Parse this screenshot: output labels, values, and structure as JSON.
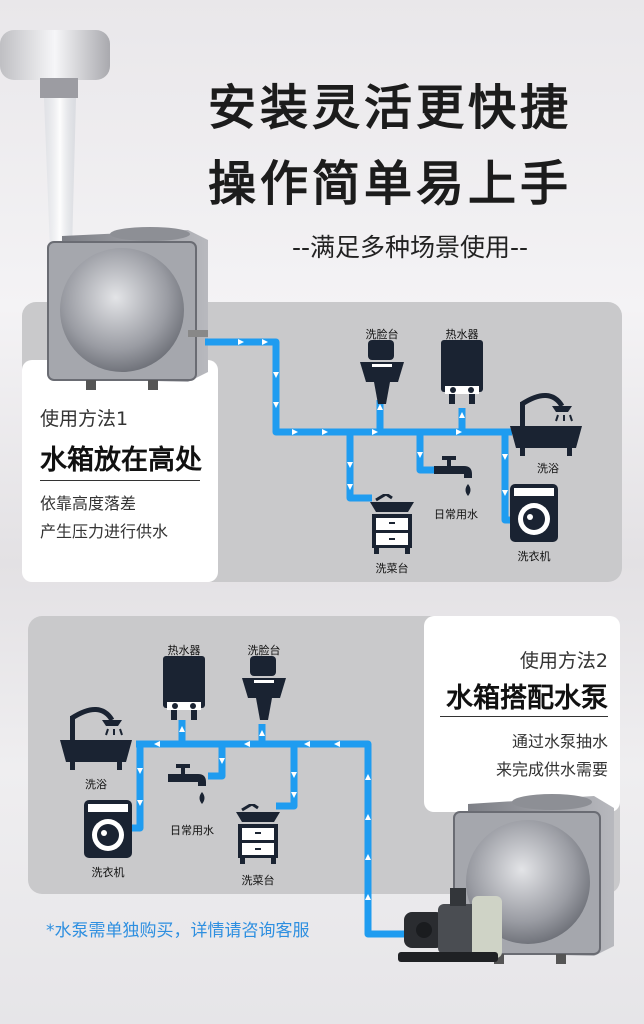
{
  "headline": {
    "line1": "安装灵活更快捷",
    "line2": "操作简单易上手"
  },
  "subtitle": "--满足多种场景使用--",
  "method1": {
    "tag": "使用方法1",
    "title": "水箱放在高处",
    "desc_line1": "依靠高度落差",
    "desc_line2": "产生压力进行供水",
    "appliances": {
      "washbasin": "洗脸台",
      "water_heater": "热水器",
      "shower": "洗浴",
      "daily_water": "日常用水",
      "washing_machine": "洗衣机",
      "sink_cabinet": "洗菜台"
    }
  },
  "method2": {
    "tag": "使用方法2",
    "title": "水箱搭配水泵",
    "desc_line1": "通过水泵抽水",
    "desc_line2": "来完成供水需要",
    "appliances": {
      "water_heater": "热水器",
      "washbasin": "洗脸台",
      "shower": "洗浴",
      "daily_water": "日常用水",
      "washing_machine": "洗衣机",
      "sink_cabinet": "洗菜台"
    }
  },
  "note": "*水泵需单独购买，详情请咨询客服",
  "colors": {
    "pipe": "#1f9cf0",
    "panel": "#c9c9cb",
    "icon": "#1a2332",
    "note": "#2e8fe0"
  }
}
